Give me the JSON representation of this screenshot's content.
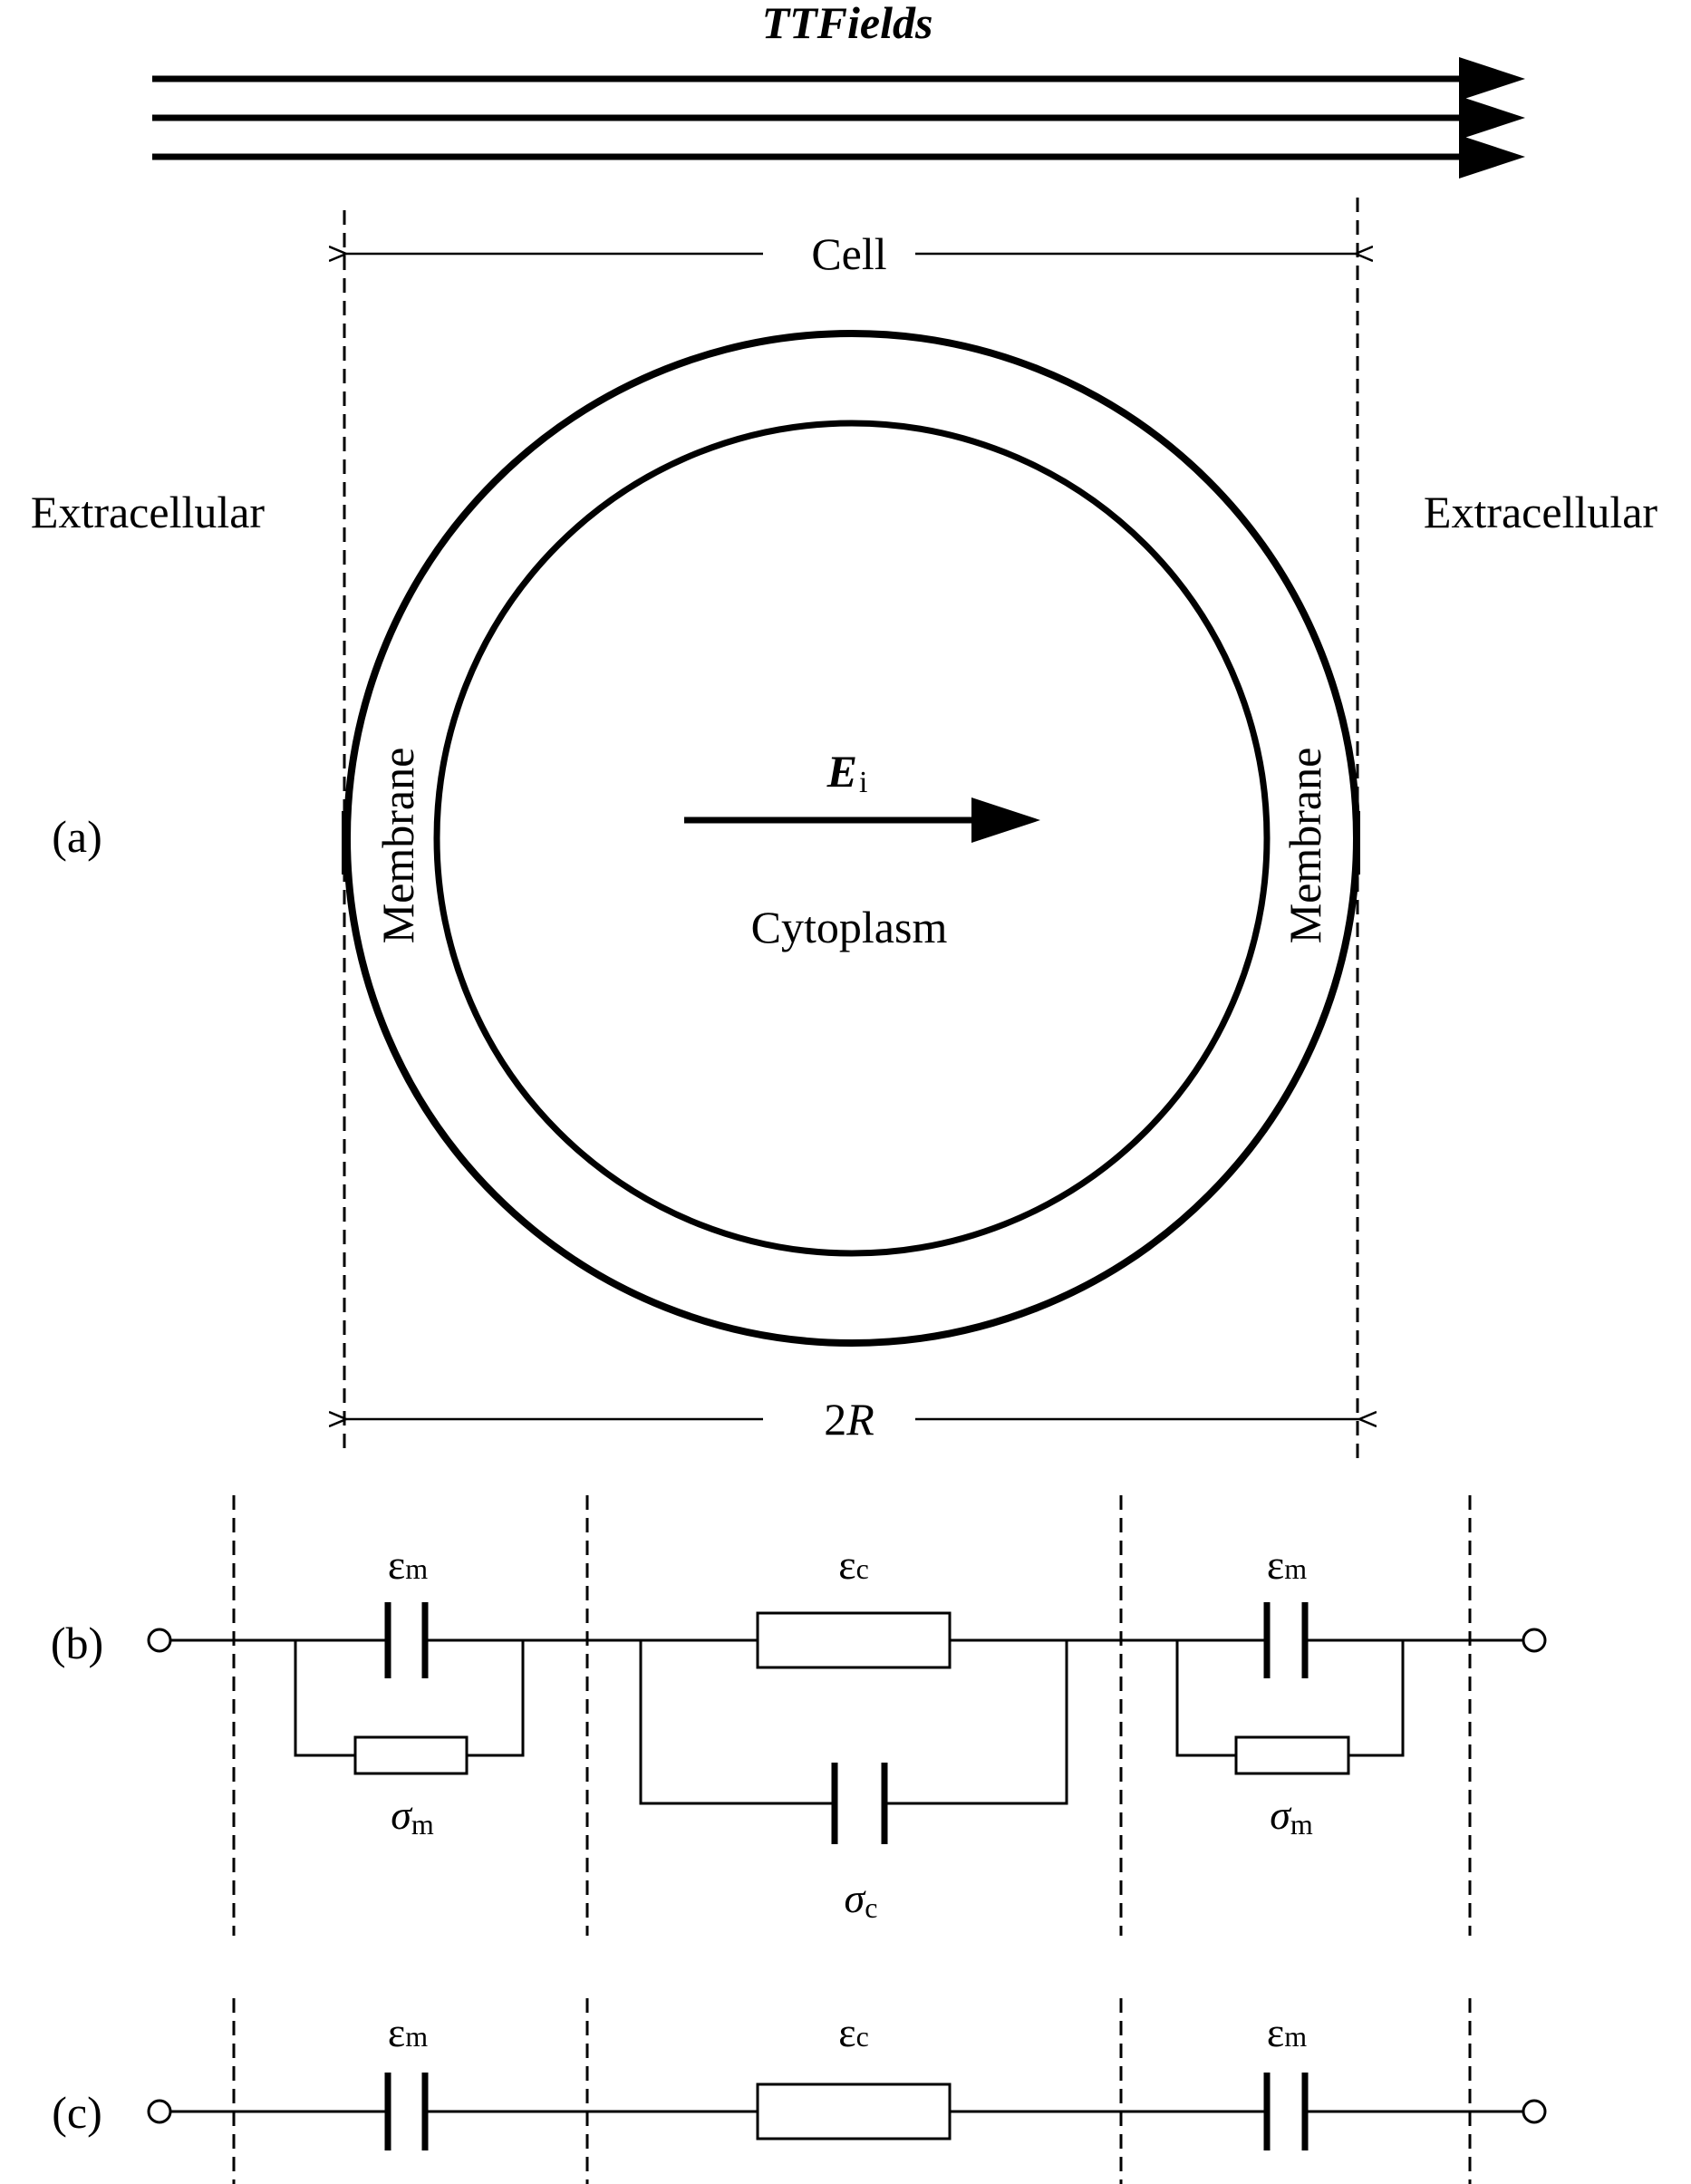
{
  "figure": {
    "field_label": "TTFields",
    "cell_label": "Cell",
    "extracellular_left": "Extracellular",
    "extracellular_right": "Extracellular",
    "membrane_left": "Membrane",
    "membrane_right": "Membrane",
    "cytoplasm_label": "Cytoplasm",
    "field_symbol": "E",
    "field_symbol_sub": "i",
    "diameter_main": "2",
    "diameter_var": "R",
    "panel_a": "(a)",
    "panel_b": "(b)",
    "panel_c": "(c)"
  },
  "circuit_b": {
    "eps_m": "ε",
    "eps_m_sub": "m",
    "eps_c": "ε",
    "eps_c_sub": "c",
    "sigma_m": "σ",
    "sigma_m_sub": "m",
    "sigma_c": "σ",
    "sigma_c_sub": "c"
  },
  "circuit_c": {
    "eps_m": "ε",
    "eps_m_sub": "m",
    "eps_c": "ε",
    "eps_c_sub": "c"
  }
}
